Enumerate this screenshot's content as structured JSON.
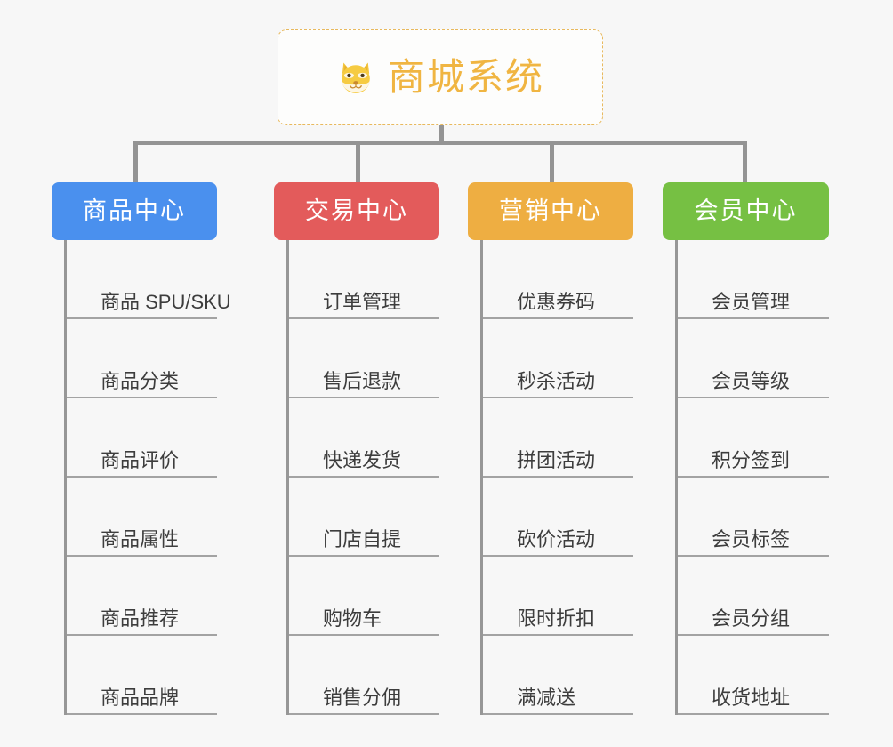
{
  "diagram": {
    "type": "mind-map",
    "background_color": "#f7f7f7",
    "connector_color": "#949494",
    "root": {
      "title": "商城系统",
      "icon": "dog-face-emoji",
      "text_color": "#f0b542",
      "border_color": "#e8b95e",
      "background_color": "#fdfdfc"
    },
    "categories": [
      {
        "label": "商品中心",
        "color": "#4a90ee",
        "items": [
          "商品 SPU/SKU",
          "商品分类",
          "商品评价",
          "商品属性",
          "商品推荐",
          "商品品牌"
        ]
      },
      {
        "label": "交易中心",
        "color": "#e35b5b",
        "items": [
          "订单管理",
          "售后退款",
          "快递发货",
          "门店自提",
          "购物车",
          "销售分佣"
        ]
      },
      {
        "label": "营销中心",
        "color": "#eeae42",
        "items": [
          "优惠券码",
          "秒杀活动",
          "拼团活动",
          "砍价活动",
          "限时折扣",
          "满减送"
        ]
      },
      {
        "label": "会员中心",
        "color": "#76c043",
        "items": [
          "会员管理",
          "会员等级",
          "积分签到",
          "会员标签",
          "会员分组",
          "收货地址"
        ]
      }
    ]
  }
}
